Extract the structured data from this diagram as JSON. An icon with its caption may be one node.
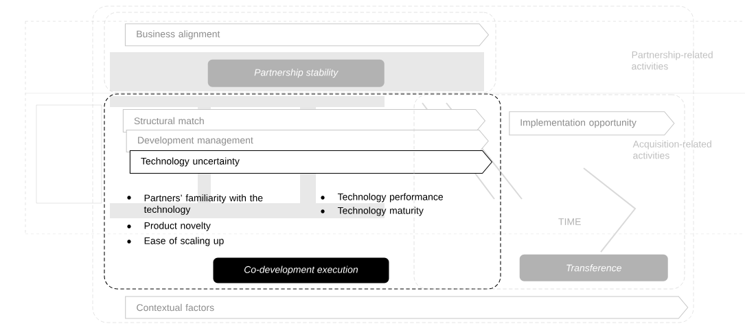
{
  "diagram": {
    "nodes": [
      {
        "text": [],
        "shape": "box"
      },
      {
        "text": [
          "Business alignment"
        ],
        "in": 0
      },
      {
        "text": [
          "Partnership stability"
        ],
        "in": 0
      },
      {
        "text": [],
        "shape": "box"
      },
      {
        "text": [
          "Structural match"
        ],
        "in": 3
      },
      {
        "text": [
          "Development management"
        ],
        "in": 3
      },
      {
        "text": [
          "Technology uncertainty"
        ],
        "in": 3
      },
      {
        "text": [
          "Co-development execution"
        ],
        "in": 3
      },
      {
        "text": [],
        "shape": "box"
      },
      {
        "text": [
          "Implementation opportunity"
        ],
        "in": 8
      },
      {
        "text": [
          "Transference"
        ],
        "in": 8
      },
      {
        "text": [
          "Contextual factors"
        ]
      }
    ],
    "labels": [
      "Partnership-related activities",
      "Acquisition-related activities",
      "Partners’ familiarity with the technology",
      "Technology performance",
      "Technology maturity",
      "Product novelty",
      "Ease of scaling up",
      "TIME"
    ]
  }
}
